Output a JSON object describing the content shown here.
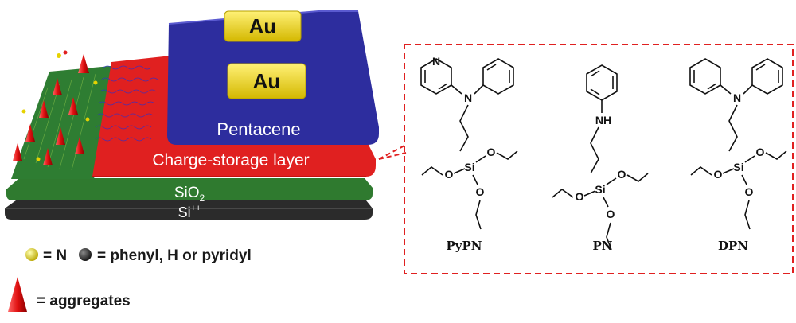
{
  "layers": {
    "pentacene": "Pentacene",
    "charge_storage": "Charge-storage layer",
    "sio2_base": "SiO",
    "sio2_sub": "2",
    "si_base": "Si",
    "si_sup": "++",
    "electrode_1": "Au",
    "electrode_2": "Au"
  },
  "legend": {
    "n_label": "= N",
    "group_label": "= phenyl, H or pyridyl",
    "aggregates_label": "= aggregates"
  },
  "molecules": [
    {
      "name": "PyPN",
      "atoms": {
        "n_ring": "N",
        "n_amine": "N",
        "si": "Si",
        "o1": "O",
        "o2": "O",
        "o3": "O"
      }
    },
    {
      "name": "PN",
      "atoms": {
        "n_amine": "NH",
        "si": "Si",
        "o1": "O",
        "o2": "O",
        "o3": "O"
      }
    },
    {
      "name": "DPN",
      "atoms": {
        "n_amine": "N",
        "si": "Si",
        "o1": "O",
        "o2": "O",
        "o3": "O"
      }
    }
  ],
  "colors": {
    "si": "#3a3a3a",
    "sio2": "#2e7d32",
    "charge_storage": "#e02020",
    "pentacene": "#2b2b9a",
    "au": "#f2dc1a",
    "dash": "#e02020"
  }
}
